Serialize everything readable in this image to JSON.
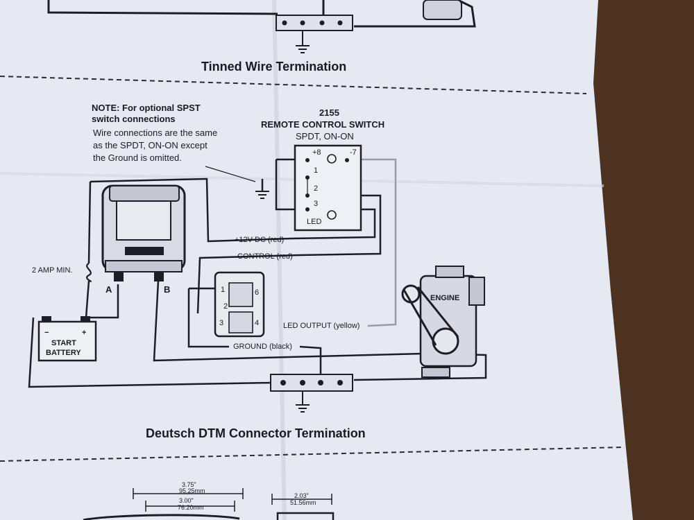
{
  "sections": {
    "tinned_title": "Tinned Wire Termination",
    "deutsch_title": "Deutsch DTM Connector Termination"
  },
  "note": {
    "title_line1": "NOTE: For optional SPST",
    "title_line2": "switch connections",
    "body_line1": "Wire connections are the same",
    "body_line2": "as the SPDT, ON-ON  except",
    "body_line3": "the Ground is omitted."
  },
  "switch": {
    "model": "2155",
    "name": "REMOTE CONTROL SWITCH",
    "type": "SPDT, ON-ON",
    "plus_terminal": "+8",
    "minus_terminal": "-7",
    "pin1": "1",
    "pin2": "2",
    "pin3": "3",
    "led": "LED"
  },
  "wires": {
    "power": "+12V DC (red)",
    "control": "CONTROL (red)",
    "led_output": "LED OUTPUT (yellow)",
    "ground": "GROUND (black)"
  },
  "fuse_label": "2 AMP MIN.",
  "relay_terminals": {
    "a": "A",
    "b": "B"
  },
  "battery": {
    "line1": "START",
    "line2": "BATTERY",
    "minus": "−",
    "plus": "+"
  },
  "engine_label": "ENGINE",
  "connector_pins": {
    "p1": "1",
    "p2": "2",
    "p3": "3",
    "p4": "4",
    "p6": "6"
  },
  "dimensions": {
    "d1_in": "3.75\"",
    "d1_mm": "95.25mm",
    "d2_in": "3.00\"",
    "d2_mm": "76.20mm",
    "d3_in": "2.03\"",
    "d3_mm": "51.56mm"
  }
}
